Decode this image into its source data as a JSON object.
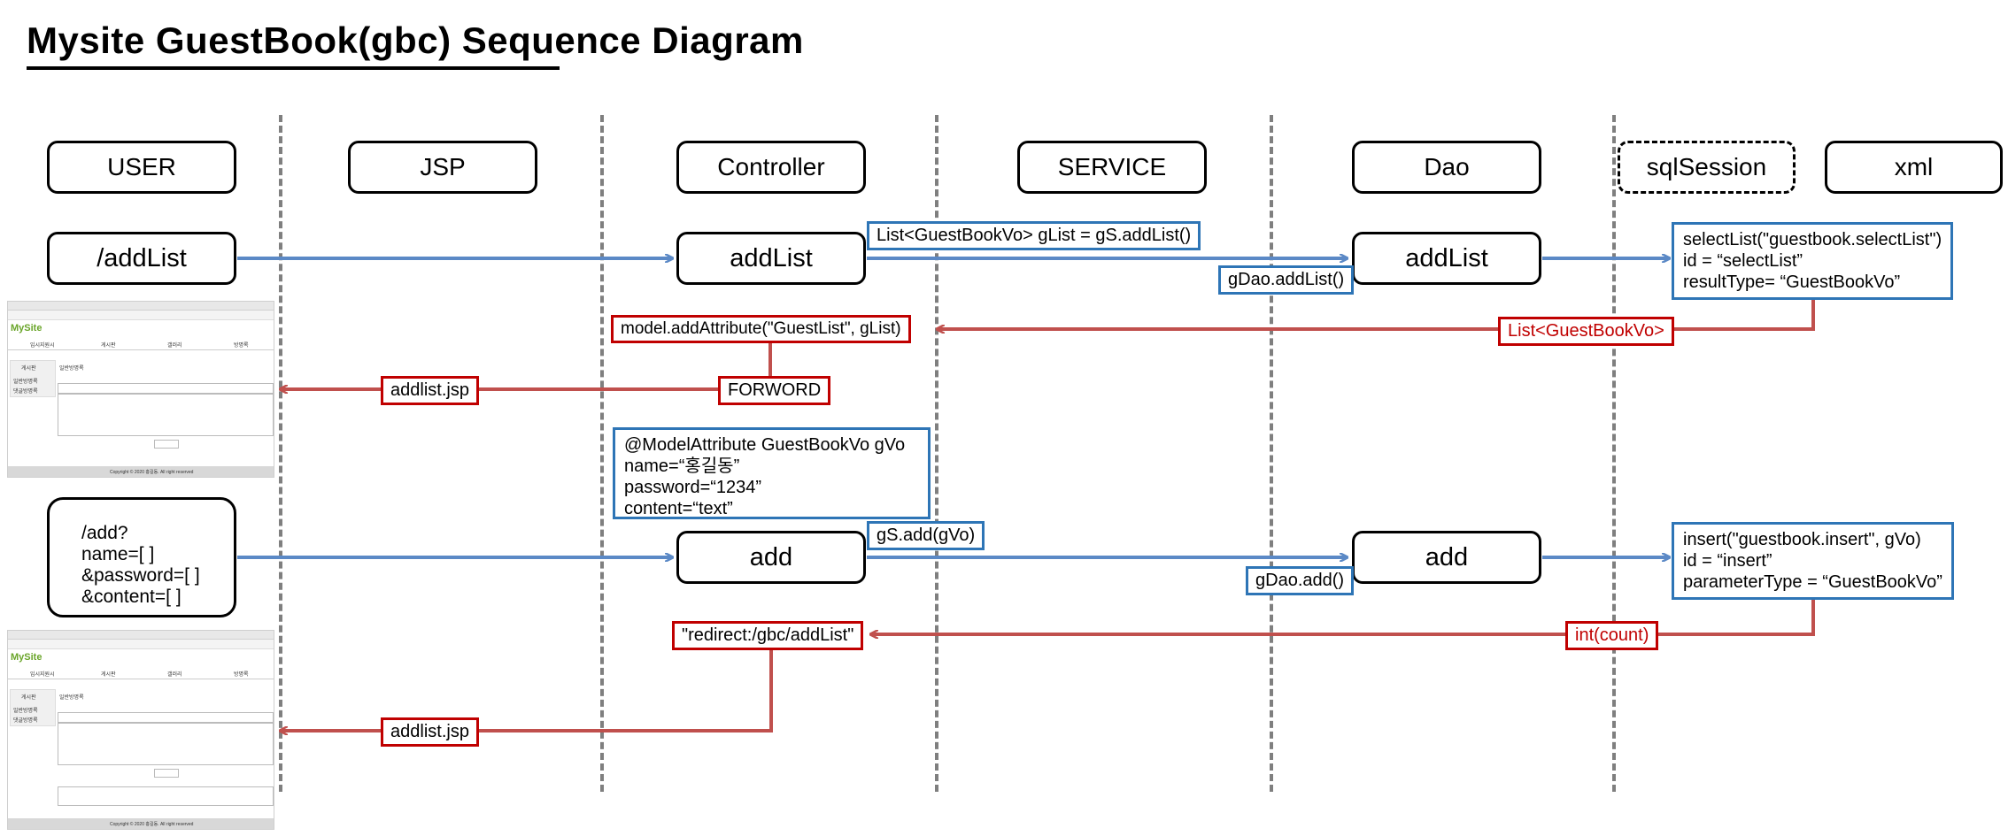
{
  "title": "Mysite GuestBook(gbc) Sequence Diagram",
  "actors": {
    "user": "USER",
    "jsp": "JSP",
    "controller": "Controller",
    "service": "SERVICE",
    "dao": "Dao",
    "sqlsession": "sqlSession",
    "xml": "xml"
  },
  "list_flow": {
    "user_request": "/addList",
    "controller_method": "addList",
    "service_call": "List<GuestBookVo> gList = gS.addList()",
    "dao_call": "gDao.addList()",
    "dao_method": "addList",
    "sql": [
      "selectList(\"guestbook.selectList\")",
      "id = “selectList”",
      "resultType= “GuestBookVo”"
    ],
    "return_value": "List<GuestBookVo>",
    "model_call": "model.addAttribute(\"GuestList\", gList)",
    "forward": "FORWORD",
    "view": "addlist.jsp"
  },
  "add_flow": {
    "user_request": [
      "/add?",
      "name=[ ]",
      "&password=[ ]",
      "&content=[ ]"
    ],
    "model_attribute": [
      "@ModelAttribute GuestBookVo gVo",
      "name=“홍길동”",
      "password=“1234”",
      "content=“text”"
    ],
    "controller_method": "add",
    "service_call": "gS.add(gVo)",
    "dao_call": "gDao.add()",
    "dao_method": "add",
    "sql": [
      "insert(\"guestbook.insert\", gVo)",
      "id = “insert”",
      "parameterType = “GuestBookVo”"
    ],
    "return_value": "int(count)",
    "redirect": "\"redirect:/gbc/addList\"",
    "view": "addlist.jsp"
  },
  "thumbnail": {
    "brand": "MySite",
    "menu": [
      "입시지원시",
      "게시판",
      "갤러리",
      "방명록"
    ],
    "side_title": "게시판",
    "side_items": [
      "일반방명록",
      "댓글방명록"
    ],
    "page_title": "일반방명록",
    "footer": "Copyright © 2020 홍길동. All right reserved"
  },
  "colors": {
    "blue": "#2e75b6",
    "blue_arrow": "#5b89c6",
    "red": "#c00000",
    "red_arrow": "#c0504d",
    "lifeline": "#7f7f7f"
  }
}
